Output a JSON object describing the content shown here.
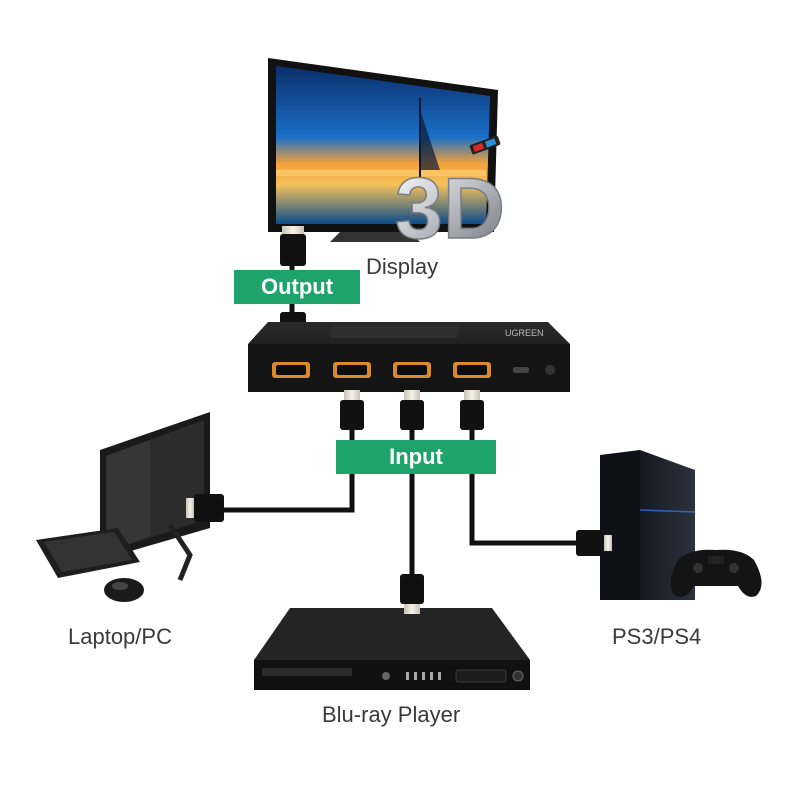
{
  "labels": {
    "display": "Display",
    "output": "Output",
    "input": "Input",
    "laptop": "Laptop/PC",
    "bluray": "Blu-ray Player",
    "console": "PS3/PS4"
  },
  "tv_badge": "3D",
  "switch_brand": "UGREEN",
  "colors": {
    "tag_green": "#1ea36a",
    "device_black": "#1b1b1b",
    "cable": "#111111",
    "plug_metal": "#ebe7de",
    "screen_orange": "#f29a3a",
    "screen_blue": "#1a5fb0"
  }
}
